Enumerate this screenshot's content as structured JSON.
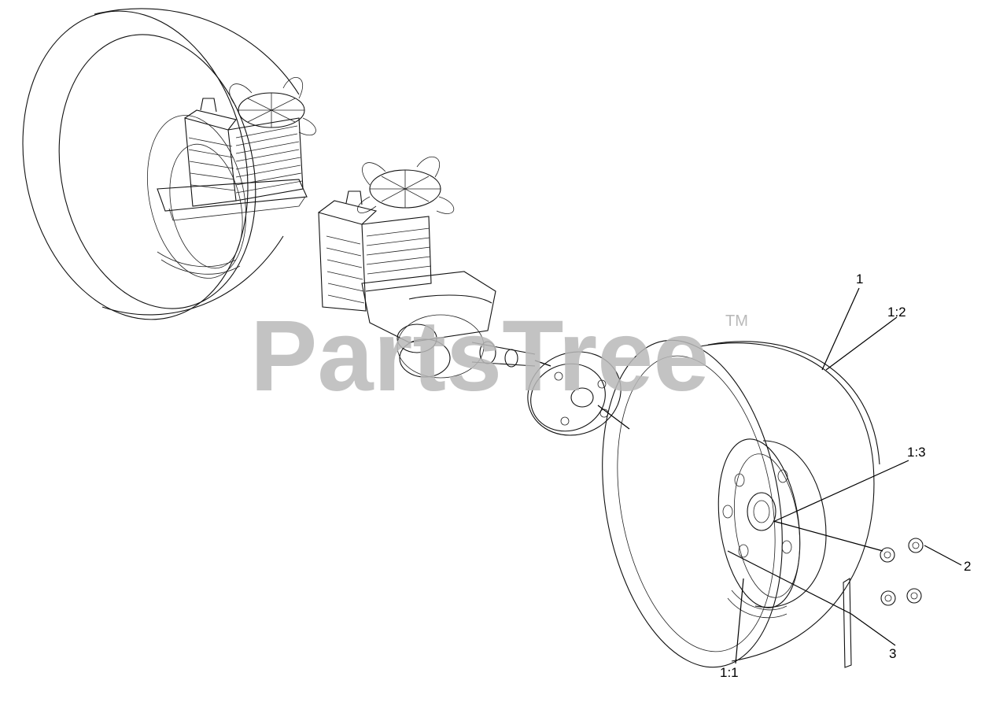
{
  "watermark": {
    "text": "PartsTree",
    "trademark": "TM"
  },
  "callouts": [
    {
      "id": "c-1",
      "label": "1"
    },
    {
      "id": "c-1-2",
      "label": "1:2"
    },
    {
      "id": "c-1-3",
      "label": "1:3"
    },
    {
      "id": "c-2",
      "label": "2"
    },
    {
      "id": "c-3",
      "label": "3"
    },
    {
      "id": "c-1-1",
      "label": "1:1"
    }
  ],
  "colors": {
    "line": "#111111",
    "watermark": "#b9b9b9",
    "background": "#ffffff"
  }
}
